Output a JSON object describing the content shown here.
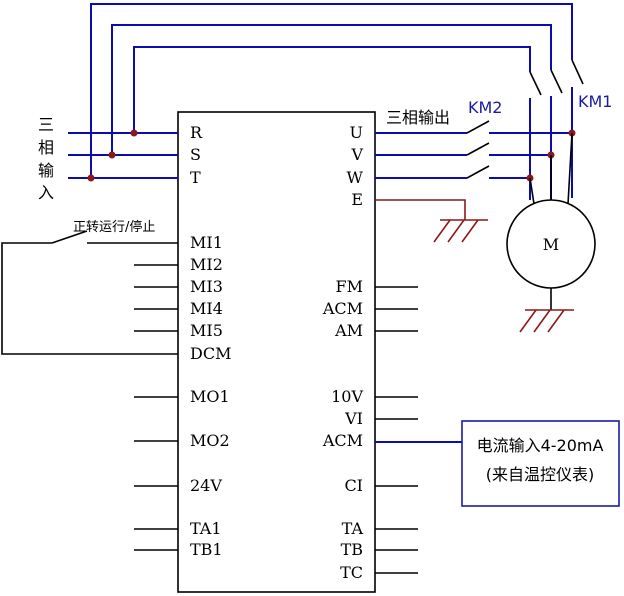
{
  "input_label": [
    "三",
    "相",
    "输",
    "入"
  ],
  "switch_label": "正转运行/停止",
  "output_label": "三相输出",
  "contactors": {
    "km1": "KM1",
    "km2": "KM2"
  },
  "motor_label": "M",
  "vfd_left_terminals": [
    "R",
    "S",
    "T",
    "MI1",
    "MI2",
    "MI3",
    "MI4",
    "MI5",
    "DCM",
    "MO1",
    "MO2",
    "24V",
    "TA1",
    "TB1"
  ],
  "vfd_right_terminals": [
    "U",
    "V",
    "W",
    "E",
    "FM",
    "ACM",
    "AM",
    "10V",
    "VI",
    "ACM",
    "CI",
    "TA",
    "TB",
    "TC"
  ],
  "signal_box": {
    "line1": "电流输入4-20mA",
    "line2": "(来自温控仪表)"
  },
  "colors": {
    "power_wire": "#0b0bb0",
    "signal_wire": "#000000",
    "box_border": "#1a1aa6"
  }
}
